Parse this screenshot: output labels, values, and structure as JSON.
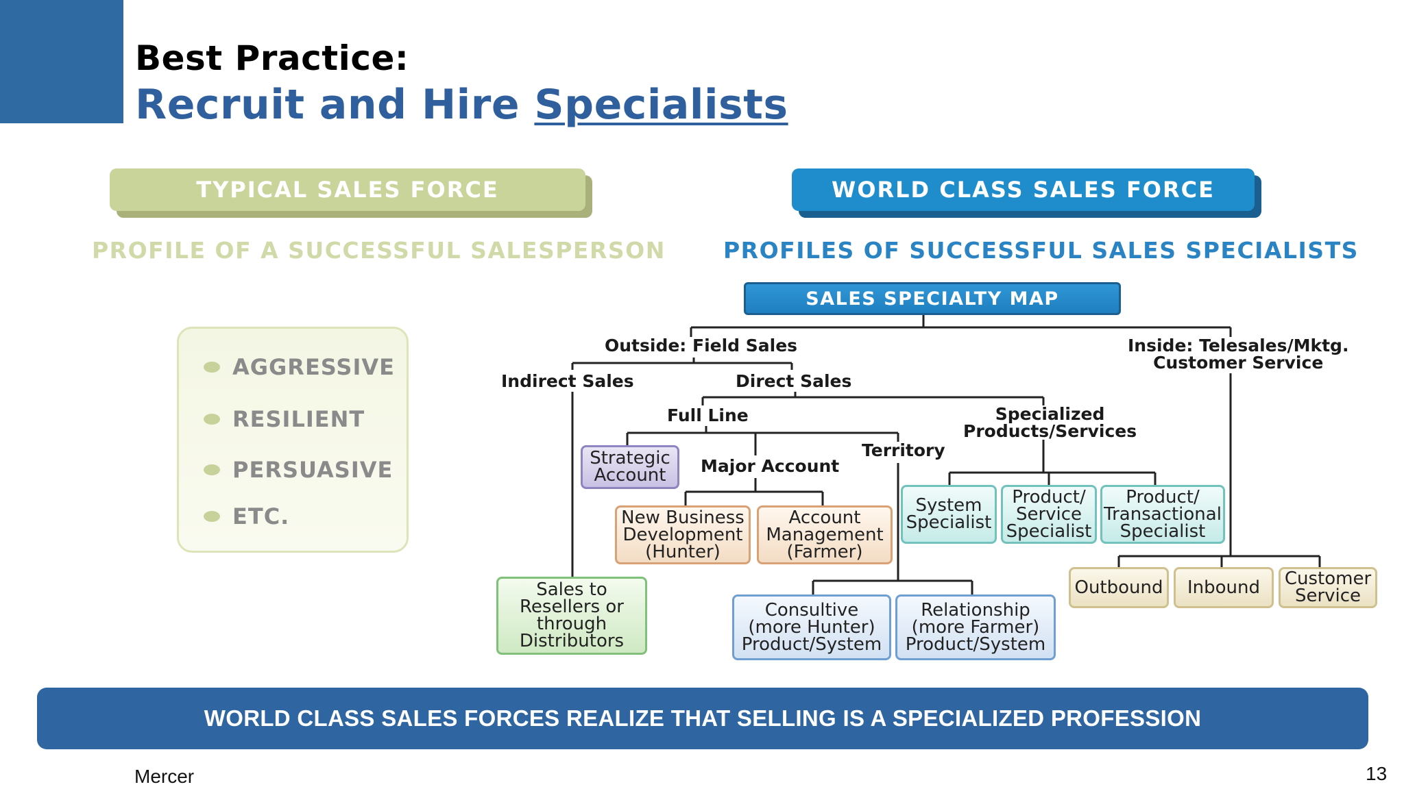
{
  "title": {
    "line1": "Best Practice:",
    "line2_prefix": "Recruit and Hire ",
    "line2_emphasis": "Specialists"
  },
  "left": {
    "header": "TYPICAL SALES FORCE",
    "subheader": "PROFILE OF A SUCCESSFUL SALESPERSON",
    "traits": [
      "AGGRESSIVE",
      "RESILIENT",
      "PERSUASIVE",
      "ETC."
    ]
  },
  "right": {
    "header": "WORLD CLASS SALES FORCE",
    "subheader": "PROFILES OF SUCCESSFUL SALES SPECIALISTS",
    "map_title": "SALES SPECIALTY MAP",
    "labels": {
      "outside": "Outside: Field Sales",
      "inside": "Inside: Telesales/Mktg.\nCustomer Service",
      "indirect": "Indirect Sales",
      "direct": "Direct Sales",
      "full_line": "Full Line",
      "specialized": "Specialized\nProducts/Services",
      "major_account": "Major Account",
      "territory": "Territory"
    },
    "nodes": {
      "strategic": "Strategic\nAccount",
      "new_business": "New Business\nDevelopment\n(Hunter)",
      "account_mgmt": "Account\nManagement\n(Farmer)",
      "system_spec": "System\nSpecialist",
      "ps_spec": "Product/\nService\nSpecialist",
      "pt_spec": "Product/\nTransactional\nSpecialist",
      "resellers": "Sales to\nResellers or\nthrough\nDistributors",
      "consultive": "Consultive\n(more Hunter)\nProduct/System",
      "relationship": "Relationship\n(more Farmer)\nProduct/System",
      "outbound": "Outbound",
      "inbound": "Inbound",
      "cust_service": "Customer\nService"
    }
  },
  "banner": "WORLD CLASS SALES FORCES REALIZE THAT SELLING IS A SPECIALIZED PROFESSION",
  "footer": {
    "company": "Mercer",
    "page": "13"
  },
  "colors": {
    "brand_blue": "#2f6aa3",
    "world_blue": "#1f8ccc",
    "typical_green": "#c9d49a"
  }
}
